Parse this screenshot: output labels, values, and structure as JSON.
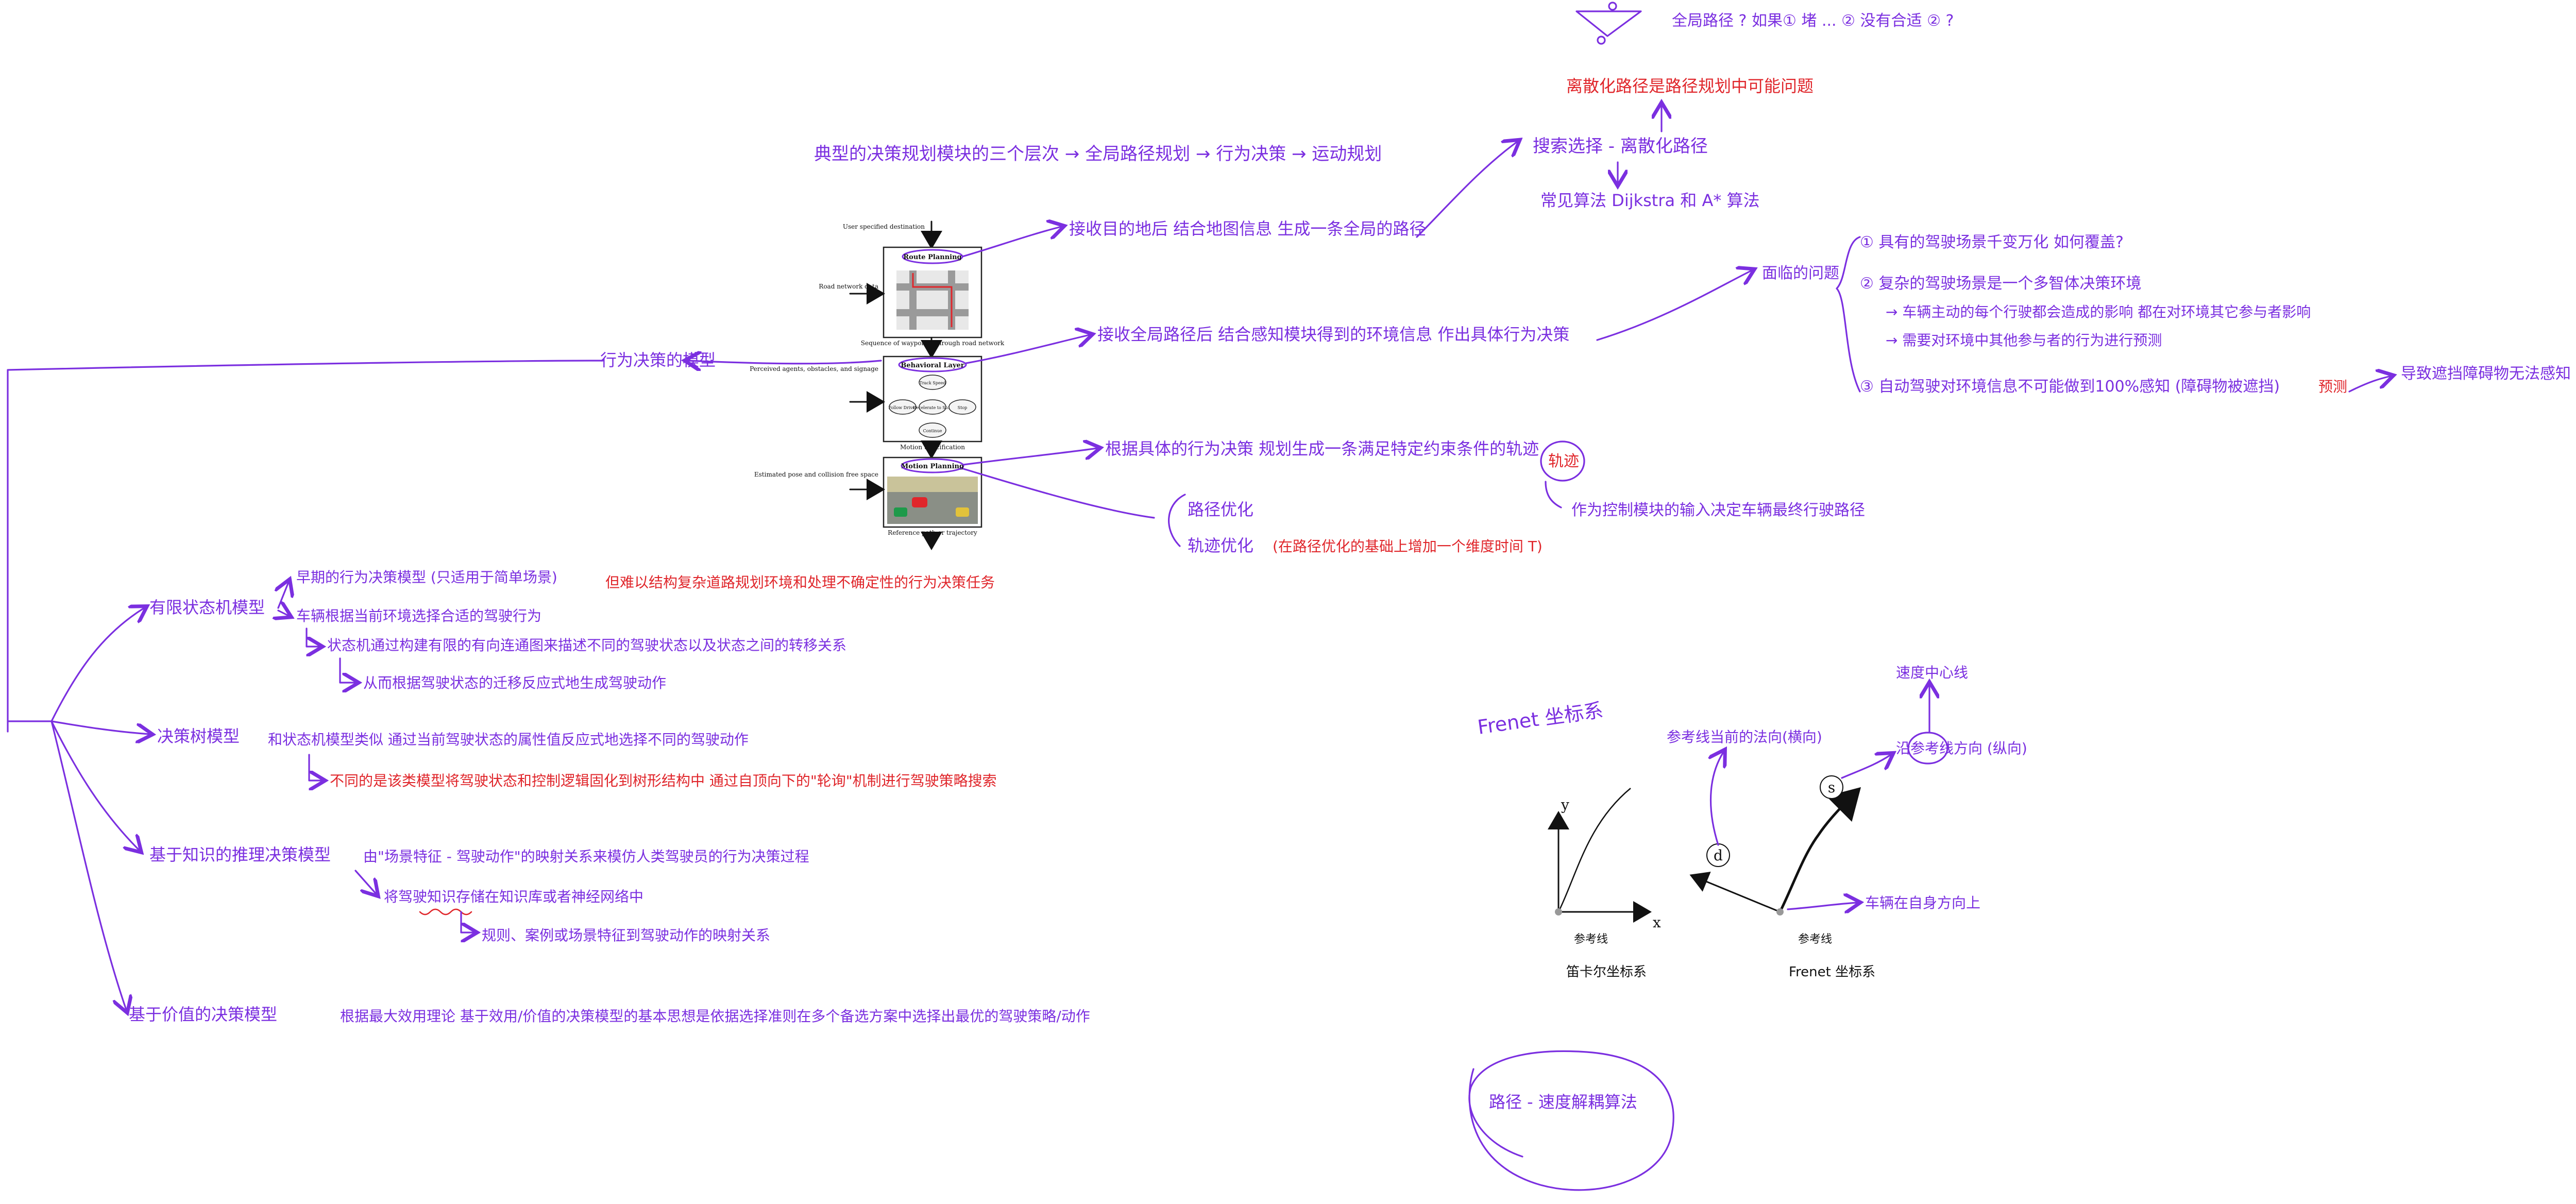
{
  "colors": {
    "note_purple": "#7b2fe0",
    "note_red": "#e0262b",
    "ink": "#111111",
    "background": "#ffffff"
  },
  "top_notes": {
    "question": "全局路径 ? 如果① 堵 ... ② 没有合适 ② ?",
    "red_discrete": "离散化路径是路径规划中可能问题",
    "search_select": "搜索选择 - 离散化路径",
    "dijkstra": "常见算法 Dijkstra 和 A* 算法"
  },
  "pipeline_title": "典型的决策规划模块的三个层次 → 全局路径规划 → 行为决策 → 运动规划",
  "stack": {
    "top_input": "User specified destination",
    "route": "Route Planning",
    "road_network": "Road network data",
    "waypoints": "Sequence of waypoints through road network",
    "behavioral": "Behavioral Layer",
    "perceived": "Perceived agents, obstacles, and signage",
    "motion_spec": "Motion Specification",
    "motion": "Motion Planning",
    "estimated": "Estimated pose and collision free space",
    "reference": "Reference path or trajectory",
    "fsm_states": [
      "Track Speed",
      "Follow Driver",
      "Decelerate to Stop",
      "Stop",
      "Continue"
    ]
  },
  "route_note": "接收目的地后 结合地图信息 生成一条全局的路径",
  "behavior_note": "接收全局路径后 结合感知模块得到的环境信息 作出具体行为决策",
  "motion_note_purple": "根据具体的行为决策 规划生成一条满足特定约束条件的轨迹",
  "motion_note_circled": "轨迹",
  "motion_note_red": "作为控制模块的输入决定车辆最终行驶路径",
  "path_opt": "路径优化",
  "traj_opt_purple": "轨迹优化",
  "traj_opt_red": "(在路径优化的基础上增加一个维度时间 T)",
  "problems": {
    "heading": "面临的问题",
    "p1": "① 具有的驾驶场景千变万化 如何覆盖?",
    "p2": "② 复杂的驾驶场景是一个多智体决策环境",
    "p2a": "→ 车辆主动的每个行驶都会造成的影响 都在对环境其它参与者影响",
    "p2b": "→ 需要对环境中其他参与者的行为进行预测",
    "p3": "③ 自动驾驶对环境信息不可能做到100%感知 (障碍物被遮挡)",
    "p3_tail": "导致遮挡障碍物无法感知",
    "p3_red": "预测"
  },
  "root_label": "行为决策的模型",
  "models": {
    "fsm_title": "有限状态机模型",
    "fsm_a": "早期的行为决策模型 (只适用于简单场景)",
    "fsm_a_red": "但难以结构复杂道路规划环境和处理不确定性的行为决策任务",
    "fsm_b": "车辆根据当前环境选择合适的驾驶行为",
    "fsm_c": "状态机通过构建有限的有向连通图来描述不同的驾驶状态以及状态之间的转移关系",
    "fsm_d": "从而根据驾驶状态的迁移反应式地生成驾驶动作",
    "tree_title": "决策树模型",
    "tree_a": "和状态机模型类似 通过当前驾驶状态的属性值反应式地选择不同的驾驶动作",
    "tree_b": "不同的是该类模型将驾驶状态和控制逻辑固化到树形结构中 通过自顶向下的\"轮询\"机制进行驾驶策略搜索",
    "know_title": "基于知识的推理决策模型",
    "know_a": "由\"场景特征 - 驾驶动作\"的映射关系来模仿人类驾驶员的行为决策过程",
    "know_b": "将驾驶知识存储在知识库或者神经网络中",
    "know_c": "规则、案例或场景特征到驾驶动作的映射关系",
    "value_title": "基于价值的决策模型",
    "value_a": "根据最大效用理论 基于效用/价值的决策模型的基本思想是依据选择准则在多个备选方案中选择出最优的驾驶策略/动作"
  },
  "frenet": {
    "title": "Frenet 坐标系",
    "normal": "参考线当前的法向(横向)",
    "s_note": "沿参考线方向 (纵向)",
    "tangent": "速度中心线",
    "origin_note": "车辆在自身方向上",
    "cart_y": "y",
    "cart_x": "x",
    "ref_line_left": "参考线",
    "ref_line_right": "参考线",
    "caption_left": "笛卡尔坐标系",
    "caption_right": "Frenet 坐标系",
    "d": "d",
    "s": "s"
  },
  "bottom_circle": "路径 - 速度解耦算法"
}
